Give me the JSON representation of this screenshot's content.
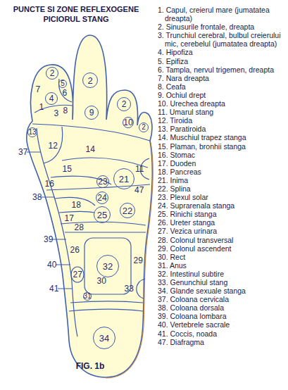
{
  "diagram": {
    "title": "PUNCTE SI ZONE REFLEXOGENE PICIORUL STANG",
    "caption": "FIG. 1b",
    "nodes": [
      {
        "text": [
          "2"
        ]
      },
      {
        "text": [
          "2"
        ]
      },
      {
        "text": [
          "5"
        ]
      },
      {
        "text": [
          "7"
        ]
      },
      {
        "text": [
          "6"
        ]
      },
      {
        "text": [
          "4"
        ]
      },
      {
        "text": [
          "2"
        ]
      },
      {
        "text": [
          "1"
        ]
      },
      {
        "text": [
          "8"
        ]
      },
      {
        "text": [
          "3"
        ]
      },
      {
        "text": [
          "9"
        ]
      },
      {
        "text": [
          "10"
        ]
      },
      {
        "text": [
          "2"
        ]
      },
      {
        "text": [
          "13"
        ]
      },
      {
        "text": [
          "12"
        ]
      },
      {
        "text": [
          "14"
        ]
      },
      {
        "text": [
          "15"
        ]
      },
      {
        "text": [
          "11"
        ]
      },
      {
        "text": [
          "21"
        ]
      },
      {
        "text": [
          "23"
        ]
      },
      {
        "text": [
          "16"
        ]
      },
      {
        "text": [
          "24"
        ]
      },
      {
        "text": [
          "18"
        ]
      },
      {
        "text": [
          "22"
        ]
      },
      {
        "text": [
          "25"
        ]
      },
      {
        "text": [
          "17"
        ]
      },
      {
        "text": [
          "28"
        ]
      },
      {
        "text": [
          "29"
        ]
      },
      {
        "text": [
          "26"
        ]
      },
      {
        "text": [
          "32"
        ]
      },
      {
        "text": [
          "27"
        ]
      },
      {
        "text": [
          "30"
        ]
      },
      {
        "text": [
          "33"
        ]
      },
      {
        "text": [
          "31"
        ]
      },
      {
        "text": [
          "34"
        ]
      }
    ],
    "labels": [
      "37",
      "38",
      "39",
      "40",
      "41",
      "47",
      "1. Capul, creierul mare (jumatatea dreapta)",
      "2. Sinusurile frontale, dreapta",
      "3. Trunchiul cerebral, bulbul creierului mic, cerebelul (jumatatea dreapta)",
      "4. Hipofiza",
      "5. Epifiza",
      "6. Tampla, nervul trigemen, dreapta",
      "7. Nara dreapta",
      "8. Ceafa",
      "9. Ochiul drept",
      "10. Urechea dreapta",
      "11. Umarul stang",
      "12. Tiroida",
      "13. Paratiroida",
      "14. Muschiul trapez stanga",
      "15. Plaman, bronhii stanga",
      "16. Stomac",
      "17. Duoden",
      "18. Pancreas",
      "21. Inima",
      "22. Splina",
      "23. Plexul solar",
      "24. Suprarenala stanga",
      "25. Rinichi stanga",
      "26. Ureter stanga",
      "27. Vezica urinara",
      "28. Colonul transversal",
      "29. Colonul ascendent",
      "30. Rect",
      "31. Anus",
      "32. Intestinul subtire",
      "33. Genunchiul stang",
      "34. Glande sexuale stanga",
      "37. Coloana cervicala",
      "38. Coloana dorsala",
      "39. Coloana lombara",
      "40. Vertebrele sacrale",
      "41. Coccis, noada",
      "47. Diafragma"
    ]
  }
}
